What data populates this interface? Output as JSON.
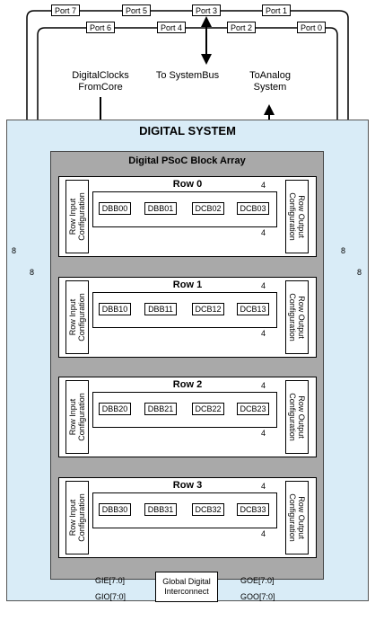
{
  "ports_top": [
    "Port 7",
    "Port 5",
    "Port 3",
    "Port 1"
  ],
  "ports_bottom": [
    "Port 6",
    "Port 4",
    "Port 2",
    "Port 0"
  ],
  "labels": {
    "digital_clocks": "DigitalClocks\nFromCore",
    "system_bus": "To SystemBus",
    "analog_system": "ToAnalog\nSystem",
    "digital_system": "DIGITAL  SYSTEM",
    "array_title": "Digital PSoC Block Array",
    "row_input": "Row Input Configuration",
    "row_output": "Row Output Configuration",
    "bus_width_4": "4",
    "bus_width_8": "8"
  },
  "rows": [
    {
      "title": "Row 0",
      "blocks": [
        "DBB00",
        "DBB01",
        "DCB02",
        "DCB03"
      ]
    },
    {
      "title": "Row 1",
      "blocks": [
        "DBB10",
        "DBB11",
        "DCB12",
        "DCB13"
      ]
    },
    {
      "title": "Row 2",
      "blocks": [
        "DBB20",
        "DBB21",
        "DCB22",
        "DCB23"
      ]
    },
    {
      "title": "Row 3",
      "blocks": [
        "DBB30",
        "DBB31",
        "DCB32",
        "DCB33"
      ]
    }
  ],
  "interconnect": {
    "label": "Global Digital\nInterconnect",
    "gie": "GIE[7:0]",
    "gio": "GIO[7:0]",
    "goe": "GOE[7:0]",
    "goo": "GOO[7:0]"
  }
}
